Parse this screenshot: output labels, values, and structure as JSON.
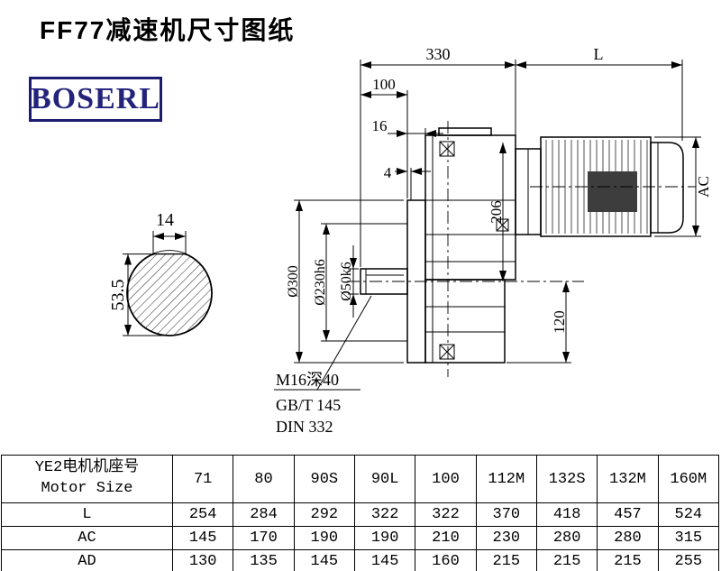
{
  "page": {
    "title": "FF77减速机尺寸图纸",
    "brand": "BOSERL"
  },
  "drawing": {
    "dim_330": "330",
    "dim_L": "L",
    "dim_100": "100",
    "dim_16": "16",
    "dim_4": "4",
    "dim_AC": "AC",
    "dim_206": "206",
    "dim_120": "120",
    "dim_d300": "Ø300",
    "dim_d230": "Ø230h6",
    "dim_d50": "Ø50k6",
    "dim_key_width": "14",
    "dim_key_height": "53.5",
    "note1": "M16深40",
    "note2": "GB/T 145",
    "note3": "DIN 332"
  },
  "table": {
    "header_label_line1": "YE2电机机座号",
    "header_label_line2": "Motor Size",
    "motor_sizes": [
      "71",
      "80",
      "90S",
      "90L",
      "100",
      "112M",
      "132S",
      "132M",
      "160M"
    ],
    "rows": [
      {
        "label": "L",
        "values": [
          "254",
          "284",
          "292",
          "322",
          "322",
          "370",
          "418",
          "457",
          "524"
        ]
      },
      {
        "label": "AC",
        "values": [
          "145",
          "170",
          "190",
          "190",
          "210",
          "230",
          "280",
          "280",
          "315"
        ]
      },
      {
        "label": "AD",
        "values": [
          "130",
          "135",
          "145",
          "145",
          "160",
          "215",
          "215",
          "215",
          "255"
        ]
      }
    ]
  }
}
